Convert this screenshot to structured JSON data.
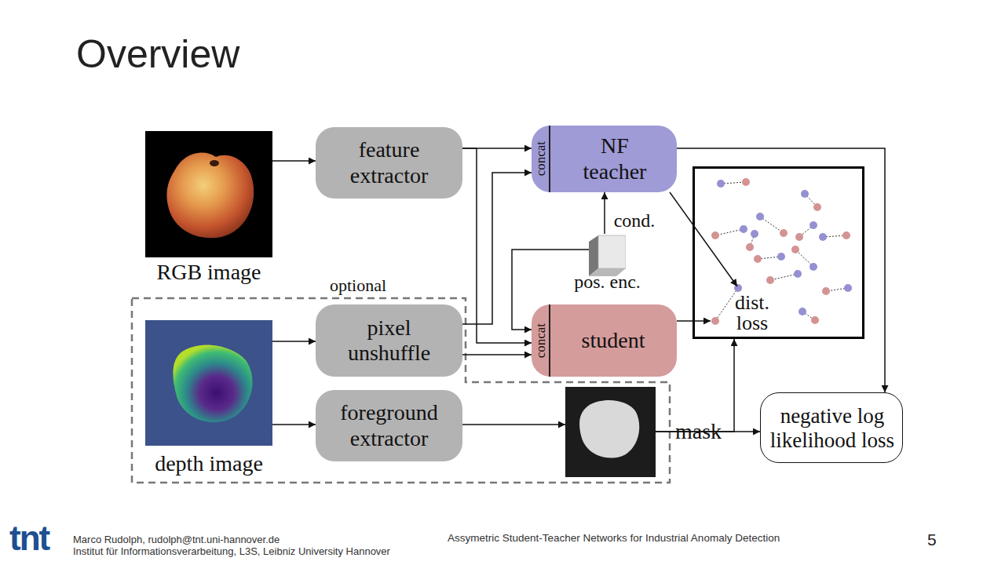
{
  "diagram": {
    "title": "Overview",
    "nodes": [
      {
        "text": [
          "RGB image"
        ]
      },
      {
        "text": [
          "feature extractor"
        ]
      },
      {
        "text": [
          "concat",
          "NF teacher"
        ]
      },
      {
        "text": [
          "dist. loss"
        ]
      },
      {
        "text": [
          "pos. enc."
        ]
      },
      {
        "text": [
          "optional"
        ]
      },
      {
        "text": [
          "pixel unshuffle"
        ],
        "in": 5
      },
      {
        "text": [
          "concat",
          "student"
        ]
      },
      {
        "text": [
          "depth image"
        ],
        "in": 5
      },
      {
        "text": [
          "foreground extractor"
        ],
        "in": 5
      },
      {
        "text": [
          "mask"
        ],
        "in": 5
      },
      {
        "text": [
          "negative log likelihood loss"
        ]
      }
    ],
    "edges": [
      {
        "from": 0,
        "to": 1,
        "arrow": "to"
      },
      {
        "from": 1,
        "to": 2,
        "arrow": "to"
      },
      {
        "from": 1,
        "to": 7,
        "arrow": "to"
      },
      {
        "from": 6,
        "to": 2,
        "arrow": "to"
      },
      {
        "from": 6,
        "to": 7,
        "arrow": "to"
      },
      {
        "from": 4,
        "to": 2,
        "label": "cond.",
        "arrow": "to"
      },
      {
        "from": 4,
        "to": 7,
        "arrow": "to"
      },
      {
        "from": 2,
        "to": 3,
        "arrow": "to"
      },
      {
        "from": 7,
        "to": 3,
        "arrow": "to"
      },
      {
        "from": 2,
        "to": 11,
        "arrow": "to"
      },
      {
        "from": 10,
        "to": 11,
        "arrow": "to"
      },
      {
        "from": 10,
        "to": 3,
        "arrow": "to"
      },
      {
        "from": 8,
        "to": 6,
        "arrow": "to"
      },
      {
        "from": 8,
        "to": 9,
        "arrow": "to"
      },
      {
        "from": 9,
        "to": 10,
        "arrow": "to"
      }
    ],
    "labels": [
      "tnt",
      "Marco Rudolph, rudolph@tnt.uni-hannover.de",
      "Institut für Informationsverarbeitung, L3S, Leibniz University Hannover",
      "Assymetric Student-Teacher Networks for Industrial Anomaly Detection",
      "5"
    ]
  }
}
